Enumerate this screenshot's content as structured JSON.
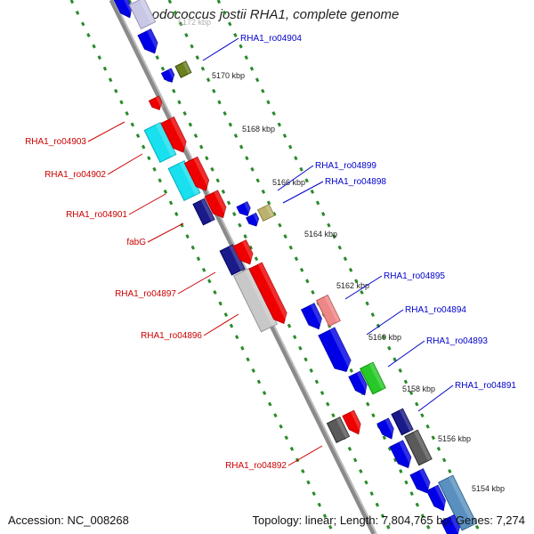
{
  "title": "Rhodococcus jostii RHA1, complete genome",
  "footer": {
    "accession": "Accession: NC_008268",
    "summary": "Topology: linear; Length: 7,804,765 bp; Genes: 7,274"
  },
  "ticks": [
    "5172 kbp",
    "5170 kbp",
    "5168 kbp",
    "5166 kbp",
    "5164 kbp",
    "5162 kbp",
    "5160 kbp",
    "5158 kbp",
    "5156 kbp",
    "5154 kbp"
  ],
  "labels_blue": [
    "RHA1_ro04904",
    "RHA1_ro04899",
    "RHA1_ro04898",
    "RHA1_ro04895",
    "RHA1_ro04894",
    "RHA1_ro04893",
    "RHA1_ro04891"
  ],
  "labels_red": [
    "RHA1_ro04903",
    "RHA1_ro04902",
    "RHA1_ro04901",
    "fabG",
    "RHA1_ro04897",
    "RHA1_ro04896",
    "RHA1_ro04892"
  ],
  "colors": {
    "backbone": "#8a8a8a",
    "dots": "#2a8a2a",
    "blue_gene": "#0000e6",
    "red_gene": "#ee0000",
    "cyan_gene": "#18e0ee",
    "navy_gene": "#1a1a8a",
    "gray_gene": "#c8c8c8",
    "darkgray_gene": "#5a5a5a",
    "olive_gene": "#6b7f1f",
    "khaki_gene": "#bdb26d",
    "salmon_gene": "#ee8888",
    "green_gene": "#28c828",
    "steelblue_gene": "#5a90c0",
    "lavender_gene": "#c8c8e6",
    "label_blue": "#0000cc",
    "label_red": "#cc0000"
  }
}
